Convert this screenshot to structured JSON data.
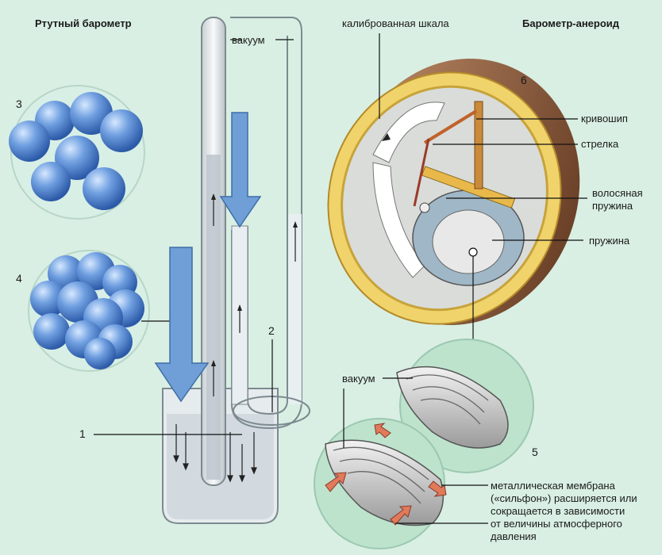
{
  "titles": {
    "mercury": "Ртутный барометр",
    "aneroid": "Барометр-анероид"
  },
  "labels": {
    "vacuum_top": "вакуум",
    "scale": "калиброванная шкала",
    "crank": "кривошип",
    "pointer": "стрелка",
    "hair_spring_1": "волосяная",
    "hair_spring_2": "пружина",
    "spring": "пружина",
    "vacuum_bottom": "вакуум",
    "membrane_1": "металлическая мембрана",
    "membrane_2": "(«сильфон») расширяется или",
    "membrane_3": "сокращается в зависимости",
    "membrane_4": "от величины атмосферного",
    "membrane_5": "давления"
  },
  "numbers": {
    "n1": "1",
    "n2": "2",
    "n3": "3",
    "n4": "4",
    "n5": "5",
    "n6": "6"
  },
  "colors": {
    "background": "#d9efe3",
    "sphere": "#6a9bd8",
    "arrow_blue": "#6f9fd6",
    "gold": "#e8c24a",
    "brown": "#8a5a3c",
    "orange": "#e07a4a",
    "tube": "#e9eef0"
  }
}
